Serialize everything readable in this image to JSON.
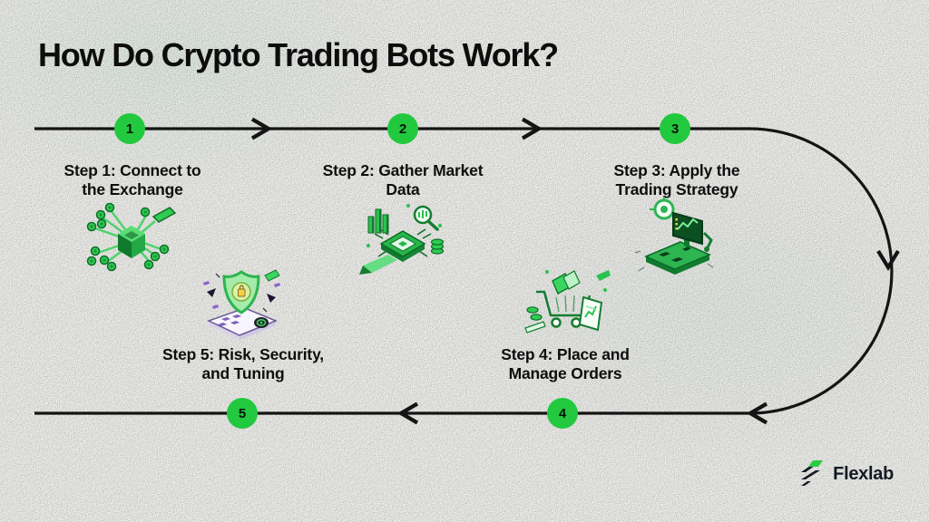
{
  "title": "How Do Crypto Trading Bots Work?",
  "colors": {
    "accent": "#22c93e",
    "line": "#141414",
    "ink": "#0d0d0d",
    "brand_ink": "#141a23",
    "brand_green": "#29cb41"
  },
  "steps": [
    {
      "number": "1",
      "label": "Step 1: Connect to the Exchange",
      "label_line1": "Step 1: Connect to",
      "label_line2": "the Exchange",
      "icon": "exchange-network-icon"
    },
    {
      "number": "2",
      "label": "Step 2: Gather Market Data",
      "label_line1": "Step 2: Gather Market",
      "label_line2": "Data",
      "icon": "market-data-icon"
    },
    {
      "number": "3",
      "label": "Step 3: Apply the Trading Strategy",
      "label_line1": "Step 3: Apply the",
      "label_line2": "Trading Strategy",
      "icon": "trading-strategy-icon"
    },
    {
      "number": "4",
      "label": "Step 4: Place and Manage Orders",
      "label_line1": "Step 4: Place and",
      "label_line2": "Manage Orders",
      "icon": "place-orders-icon"
    },
    {
      "number": "5",
      "label": "Step 5: Risk, Security, and Tuning",
      "label_line1": "Step 5: Risk, Security,",
      "label_line2": "and Tuning",
      "icon": "risk-security-icon"
    }
  ],
  "brand": {
    "name": "Flexlab"
  }
}
